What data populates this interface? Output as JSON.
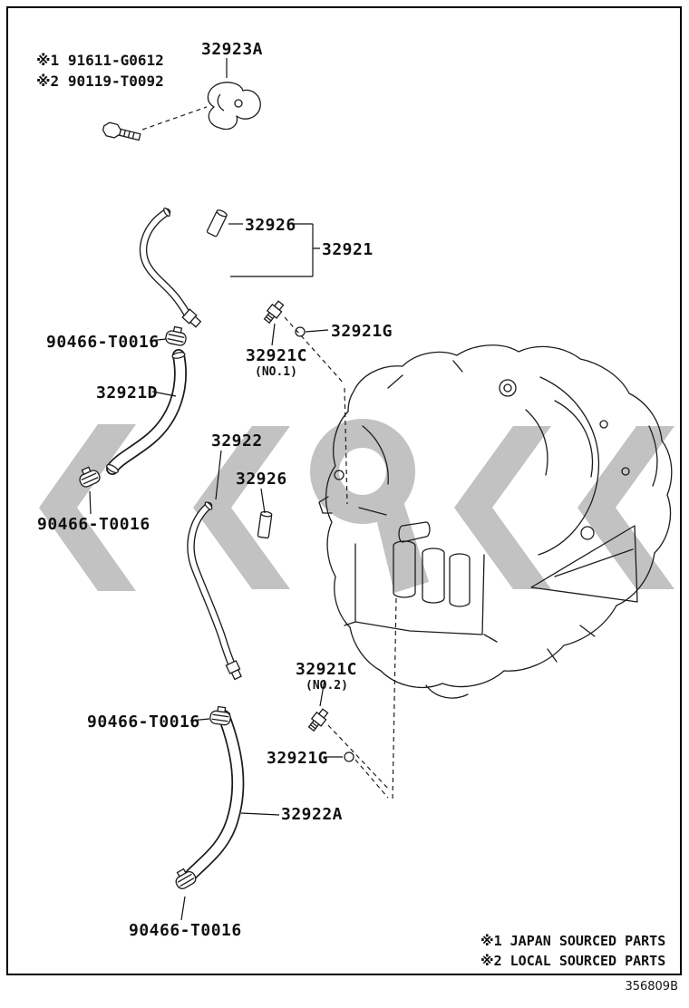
{
  "page": {
    "doc_number": "356809B"
  },
  "notes": {
    "line1": "※1 91611-G0612",
    "line2": "※2 90119-T0092"
  },
  "legend": {
    "line1": "※1 JAPAN SOURCED PARTS",
    "line2": "※2 LOCAL SOURCED PARTS"
  },
  "labels": {
    "clamp_bracket": "32923A",
    "sleeve_top": "32926",
    "tube_assy_1": "32921",
    "clamp_1": "90466-T0016",
    "hose_1": "32921D",
    "union_1": "32921C",
    "union_1_pos": "(NO.1)",
    "gasket_1": "32921G",
    "tube_assy_2": "32922",
    "sleeve_2": "32926",
    "clamp_2": "90466-T0016",
    "union_2": "32921C",
    "union_2_pos": "(NO.2)",
    "clamp_3": "90466-T0016",
    "gasket_2": "32921G",
    "hose_2": "32922A",
    "clamp_4": "90466-T0016"
  },
  "colors": {
    "line": "#1c1c1c",
    "watermark": "#c2c2c2"
  }
}
